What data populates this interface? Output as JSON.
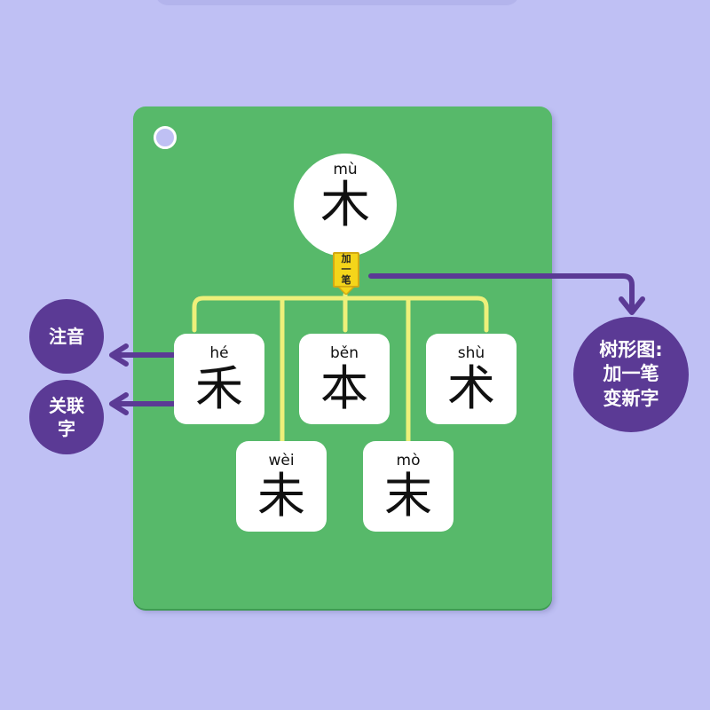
{
  "root": {
    "pinyin": "mù",
    "hanzi": "木"
  },
  "operation": [
    "加",
    "一",
    "笔"
  ],
  "children": [
    {
      "pinyin": "hé",
      "hanzi": "禾"
    },
    {
      "pinyin": "běn",
      "hanzi": "本"
    },
    {
      "pinyin": "shù",
      "hanzi": "术"
    },
    {
      "pinyin": "wèi",
      "hanzi": "未"
    },
    {
      "pinyin": "mò",
      "hanzi": "末"
    }
  ],
  "callouts": {
    "pinyin_note": "注音",
    "related_chars": [
      "关联",
      "字"
    ],
    "tree_diagram": [
      "树形图:",
      "加一笔",
      "变新字"
    ]
  },
  "colors": {
    "background": "#bfc0f4",
    "card": "#57b96a",
    "connector": "#eef07a",
    "operation": "#f4d51a",
    "callout": "#5b3a95"
  }
}
